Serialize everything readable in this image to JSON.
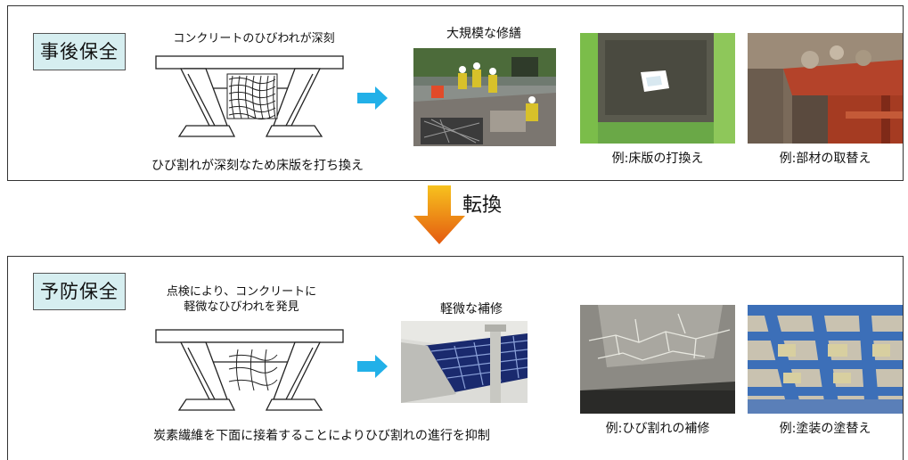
{
  "top": {
    "badge": "事後保全",
    "note": "コンクリートのひびわれが深刻",
    "caption_main": "ひび割れが深刻なため床版を打ち換え",
    "photo_title": "大規模な修繕",
    "photo2_caption": "例:床版の打換え",
    "photo3_caption": "例:部材の取替え"
  },
  "transition": {
    "label": "転換"
  },
  "bottom": {
    "badge": "予防保全",
    "note_line1": "点検により、コンクリートに",
    "note_line2": "軽微なひびわれを発見",
    "caption_main": "炭素繊維を下面に接着することによりひび割れの進行を抑制",
    "photo_title": "軽微な補修",
    "photo2_caption": "例:ひび割れの補修",
    "photo3_caption": "例:塗装の塗替え"
  },
  "colors": {
    "badge_bg": "#d6eef0",
    "blue_arrow": "#22b0e8",
    "orange_arrow_top": "#f7c21e",
    "orange_arrow_bottom": "#e45a10",
    "beam_green": "#7bbd4a",
    "steel_blue": "#3c6fb8"
  },
  "icons": [
    "bridge-cross-section-diagram",
    "right-arrow-icon",
    "down-arrow-icon"
  ]
}
